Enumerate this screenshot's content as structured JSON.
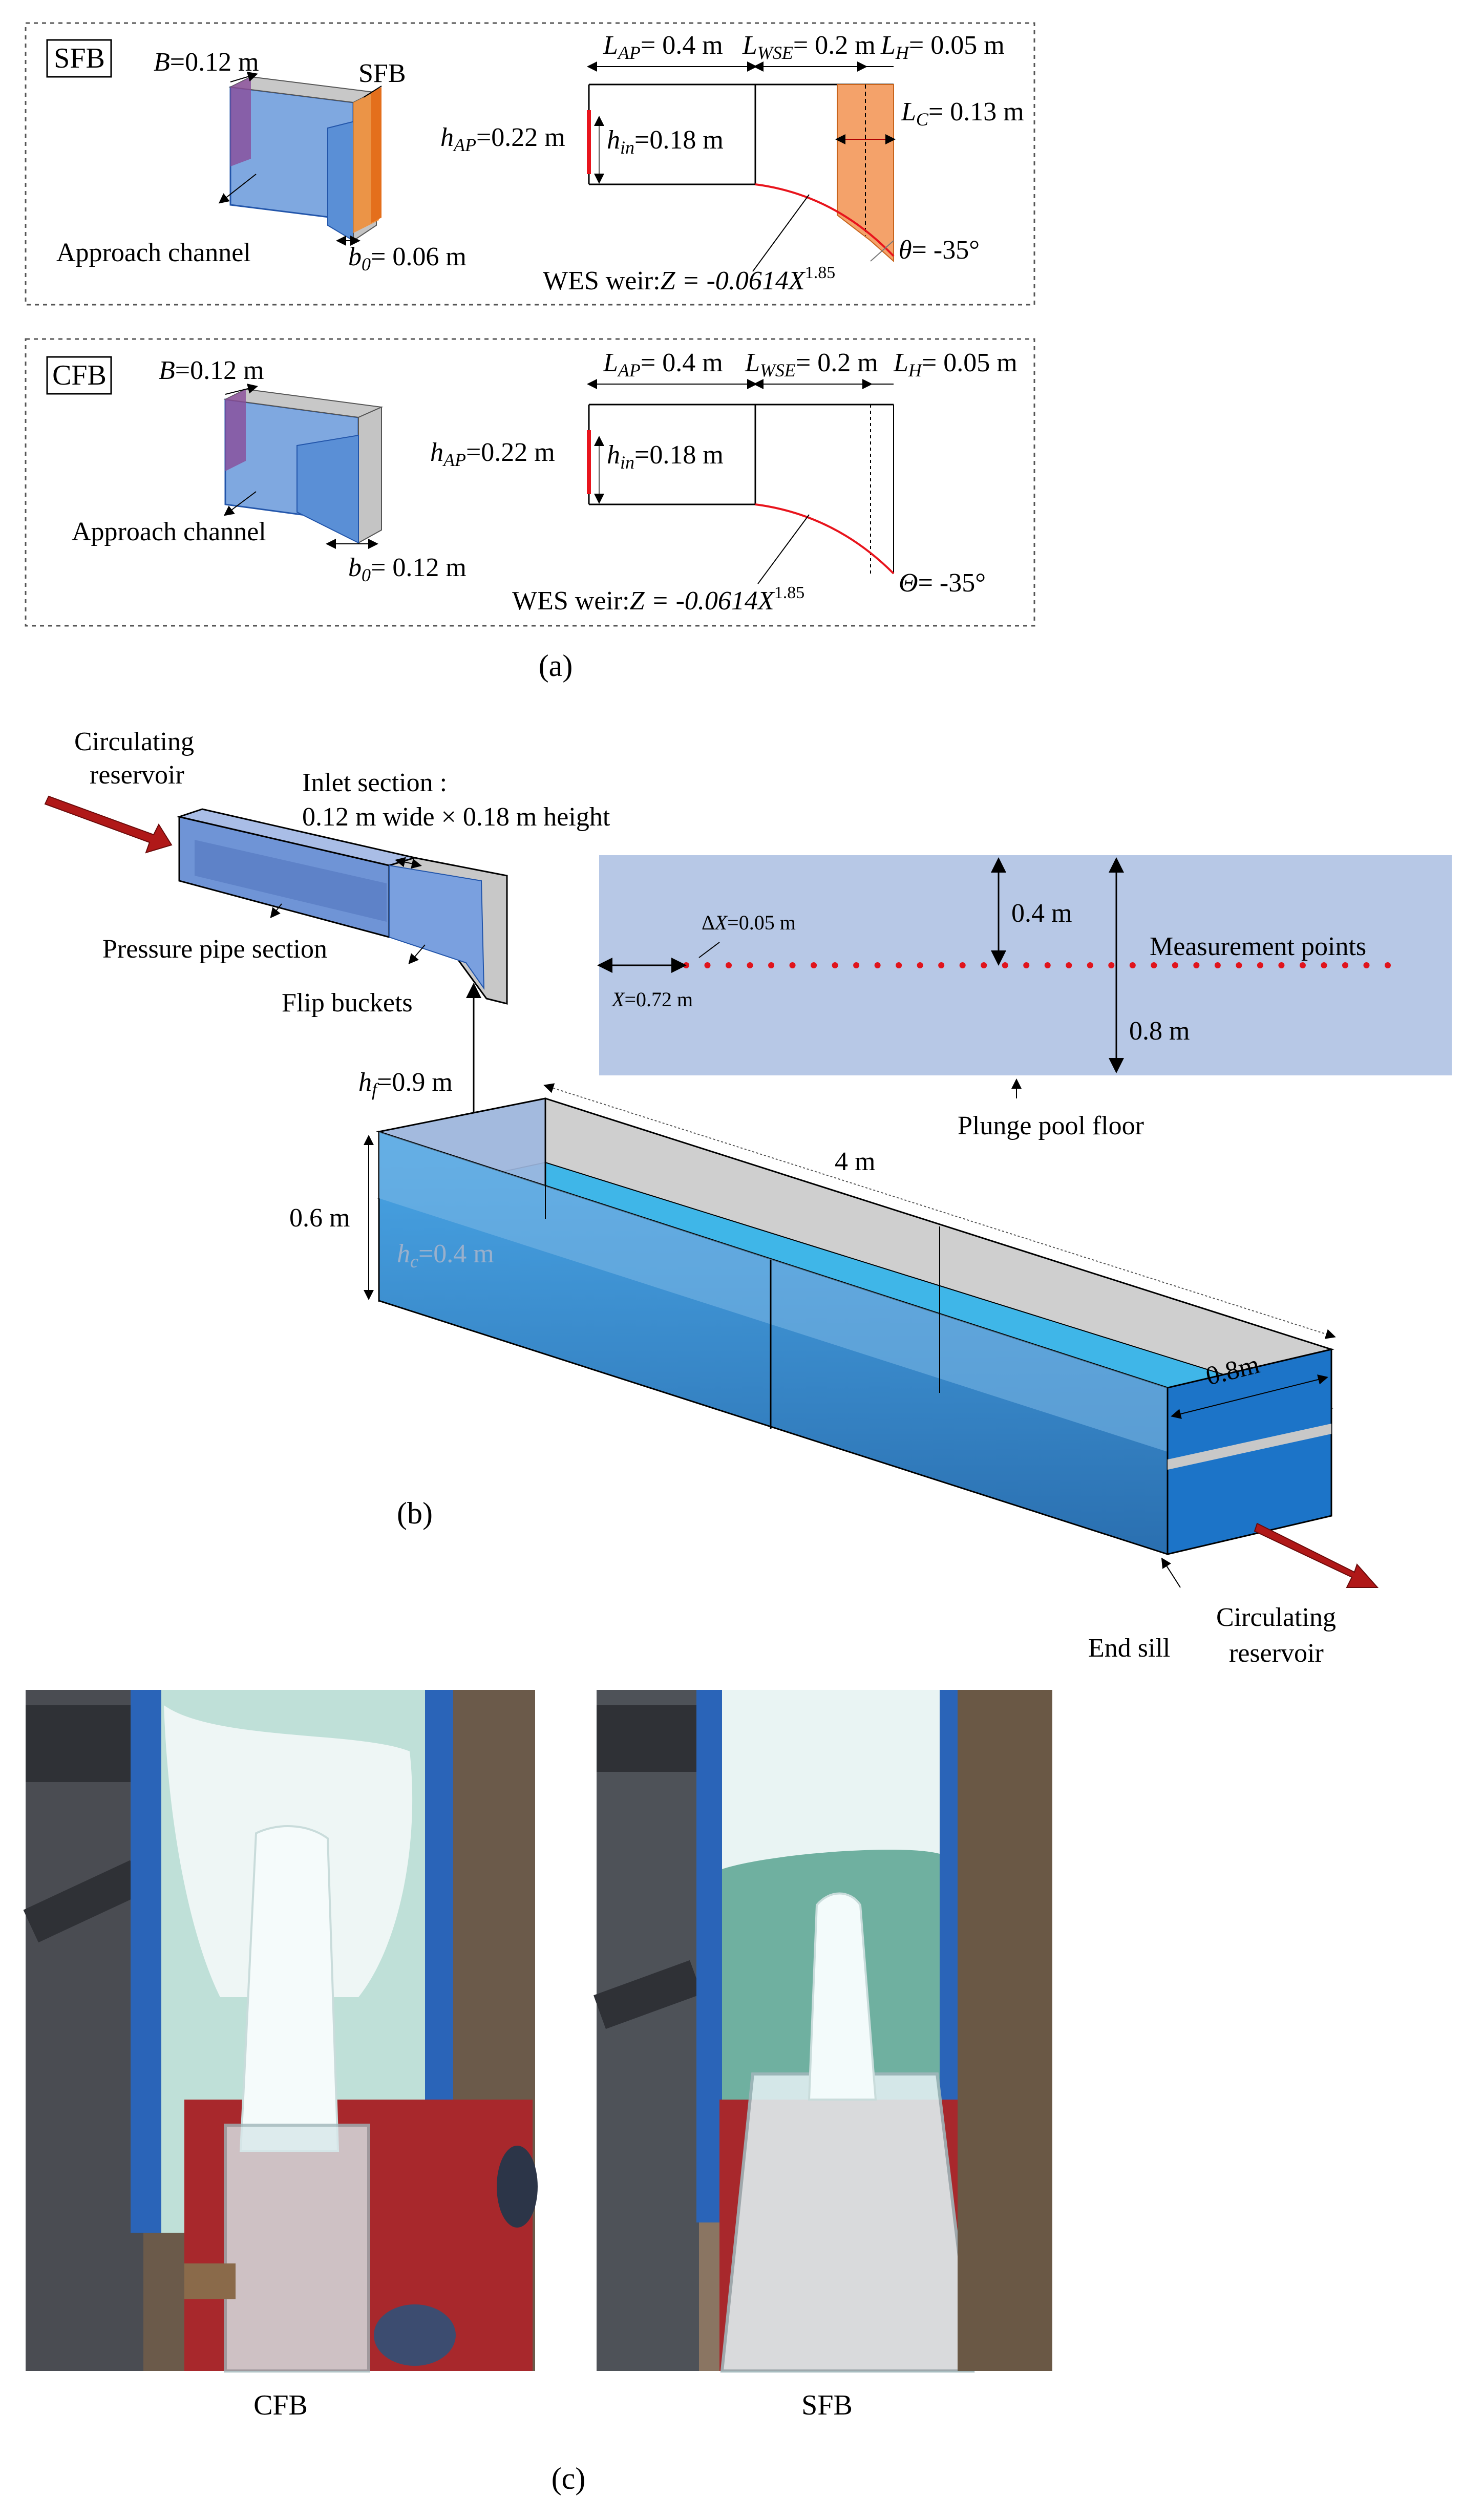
{
  "panel_a": {
    "caption": "(a)",
    "sfb": {
      "tag": "SFB",
      "width": "=0.12 m",
      "bucket": "SFB",
      "approach": "Approach channel",
      "b0": "= 0.06 m",
      "h_ap": "=0.22 m",
      "h_in": "=0.18 m",
      "l_ap": "= 0.4 m",
      "l_wse": "= 0.2 m",
      "l_h": "= 0.05 m",
      "l_c": "= 0.13 m",
      "theta": "= -35°",
      "weir_prefix": "WES weir:",
      "weir_eq": "Z = -0.0614X",
      "weir_exp": "1.85"
    },
    "cfb": {
      "tag": "CFB",
      "width": "=0.12 m",
      "approach": "Approach channel",
      "b0": "= 0.12 m",
      "h_ap": "=0.22 m",
      "h_in": "=0.18 m",
      "l_ap": "= 0.4 m",
      "l_wse": "= 0.2 m",
      "l_h": "= 0.05 m",
      "theta": "= -35°",
      "weir_prefix": "WES weir:",
      "weir_eq": "Z = -0.0614X",
      "weir_exp": "1.85"
    }
  },
  "panel_b": {
    "caption": "(b)",
    "reservoir_in_1": "Circulating",
    "reservoir_in_2": "reservoir",
    "inlet_1": "Inlet section :",
    "inlet_2": "0.12 m wide × 0.18 m height",
    "pressure_pipe": "Pressure pipe section",
    "flip_buckets": "Flip buckets",
    "hf": "=0.9 m",
    "depth": "0.6 m",
    "hc": "=0.4 m",
    "length": "4 m",
    "width": "0.8m",
    "end_sill": "End sill",
    "reservoir_out_1": "Circulating",
    "reservoir_out_2": "reservoir",
    "floor_dx": "=0.05 m",
    "floor_x": "=0.72 m",
    "floor_04": "0.4 m",
    "floor_08": "0.8 m",
    "measurement": "Measurement points",
    "plunge_floor": "Plunge pool floor",
    "point_count": 34
  },
  "panel_c": {
    "caption": "(c)",
    "left_label": "CFB",
    "right_label": "SFB"
  },
  "colors": {
    "water_blue": "#3a8fd8",
    "light_blue": "#b7c8e6",
    "bucket_orange": "#f0883a",
    "arrow_red": "#b01818",
    "point_red": "#e0141c"
  }
}
